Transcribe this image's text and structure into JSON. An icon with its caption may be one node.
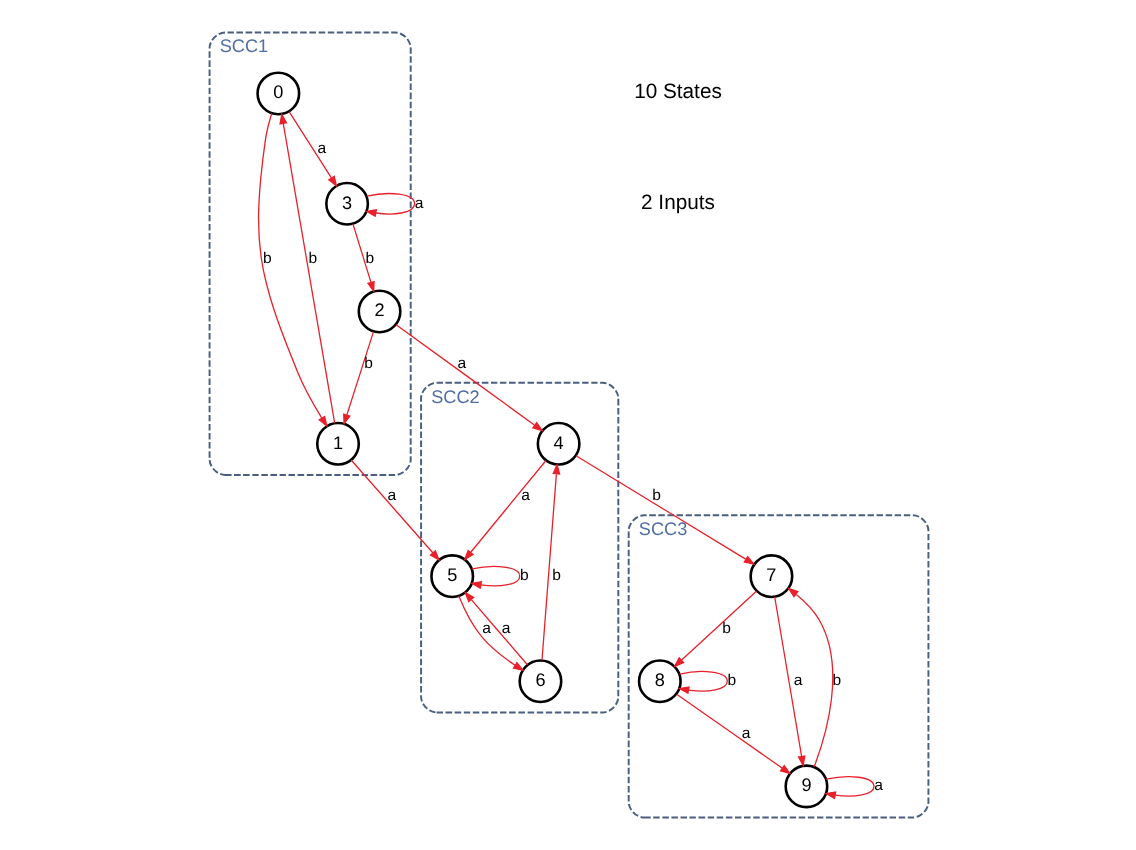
{
  "diagram": {
    "nodes": [
      {
        "text": [
          "SCC1"
        ]
      },
      {
        "text": [
          "0"
        ],
        "in": 0
      },
      {
        "text": [
          "1"
        ],
        "in": 0
      },
      {
        "text": [
          "2"
        ],
        "in": 0
      },
      {
        "text": [
          "3"
        ],
        "in": 0
      },
      {
        "text": [
          "SCC2"
        ]
      },
      {
        "text": [
          "4"
        ],
        "in": 5
      },
      {
        "text": [
          "5"
        ],
        "in": 5
      },
      {
        "text": [
          "6"
        ],
        "in": 5
      },
      {
        "text": [
          "SCC3"
        ]
      },
      {
        "text": [
          "7"
        ],
        "in": 9
      },
      {
        "text": [
          "8"
        ],
        "in": 9
      },
      {
        "text": [
          "9"
        ],
        "in": 9
      }
    ],
    "edges": [
      {
        "from": 1,
        "to": 2,
        "label": "b",
        "arrow": "to"
      },
      {
        "from": 2,
        "to": 1,
        "label": "b",
        "arrow": "to"
      },
      {
        "from": 1,
        "to": 4,
        "label": "a",
        "arrow": "to"
      },
      {
        "from": 4,
        "to": 4,
        "label": "a",
        "arrow": "to"
      },
      {
        "from": 4,
        "to": 3,
        "label": "b",
        "arrow": "to"
      },
      {
        "from": 3,
        "to": 2,
        "label": "b",
        "arrow": "to"
      },
      {
        "from": 2,
        "to": 7,
        "label": "a",
        "arrow": "to"
      },
      {
        "from": 3,
        "to": 6,
        "label": "a",
        "arrow": "to"
      },
      {
        "from": 7,
        "to": 7,
        "label": "b",
        "arrow": "to"
      },
      {
        "from": 8,
        "to": 7,
        "label": "a",
        "arrow": "to"
      },
      {
        "from": 7,
        "to": 8,
        "label": "a",
        "arrow": "to"
      },
      {
        "from": 8,
        "to": 6,
        "label": "b",
        "arrow": "to"
      },
      {
        "from": 6,
        "to": 7,
        "label": "a",
        "arrow": "to"
      },
      {
        "from": 6,
        "to": 10,
        "label": "b",
        "arrow": "to"
      },
      {
        "from": 10,
        "to": 11,
        "label": "b",
        "arrow": "to"
      },
      {
        "from": 11,
        "to": 11,
        "label": "b",
        "arrow": "to"
      },
      {
        "from": 11,
        "to": 12,
        "label": "a",
        "arrow": "to"
      },
      {
        "from": 12,
        "to": 10,
        "label": "b",
        "arrow": "to"
      },
      {
        "from": 10,
        "to": 12,
        "label": "a",
        "arrow": "to"
      },
      {
        "from": 12,
        "to": 12,
        "label": "a",
        "arrow": "to"
      }
    ],
    "labels": [
      "10 States",
      "2 Inputs"
    ]
  }
}
